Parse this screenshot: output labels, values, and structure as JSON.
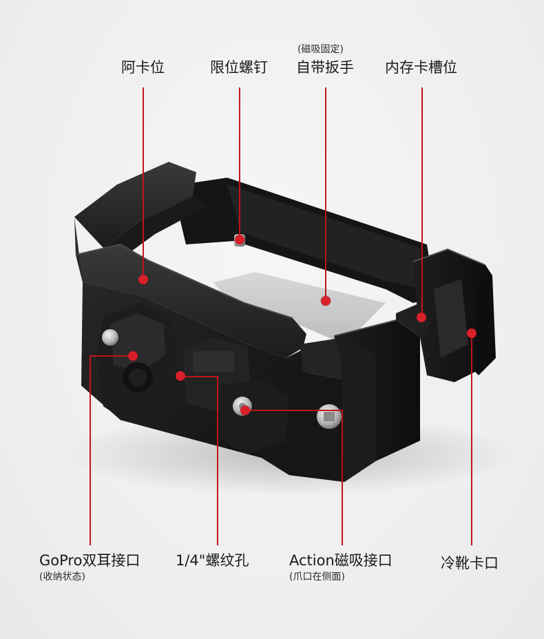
{
  "callouts_top": {
    "arca": {
      "label": "阿卡位"
    },
    "limit_screw": {
      "label": "限位螺钉"
    },
    "wrench": {
      "note": "(磁吸固定)",
      "label": "自带扳手"
    },
    "card_slot": {
      "label": "内存卡槽位"
    }
  },
  "callouts_bottom": {
    "gopro": {
      "label": "GoPro双耳接口",
      "note": "(收纳状态)"
    },
    "thread": {
      "label": "1/4\"螺纹孔"
    },
    "action": {
      "label": "Action磁吸接口",
      "note": "(爪口在侧面)"
    },
    "cold_shoe": {
      "label": "冷靴卡口"
    }
  },
  "colors": {
    "accent": "#c0141c",
    "dot": "#d8202a",
    "background": "#f2f2f2",
    "product": "#1a1a1a"
  }
}
